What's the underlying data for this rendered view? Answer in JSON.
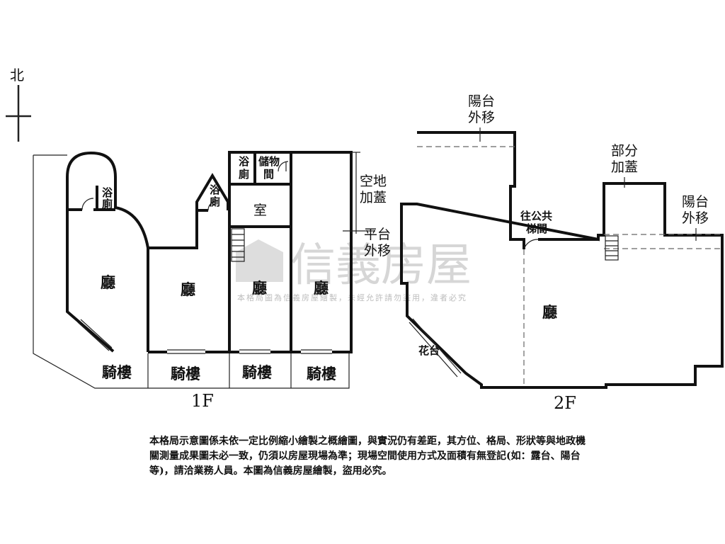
{
  "compass": {
    "north": "北"
  },
  "floor1": {
    "label": "1F",
    "rooms": {
      "hall_1": "廳",
      "hall_2": "廳",
      "hall_3": "廳",
      "hall_4": "廳",
      "room": "室"
    },
    "bathrooms": {
      "bath_1_a": "浴",
      "bath_1_b": "廁",
      "bath_2_a": "浴",
      "bath_2_b": "廁",
      "bath_3_a": "浴",
      "bath_3_b": "廁"
    },
    "storage": {
      "line1": "儲物",
      "line2": "間"
    },
    "arcades": [
      "騎樓",
      "騎樓",
      "騎樓",
      "騎樓"
    ],
    "notes": {
      "vacant_line1": "空地",
      "vacant_line2": "加蓋",
      "platform_line1": "平台",
      "platform_line2": "外移"
    }
  },
  "floor2": {
    "label": "2F",
    "rooms": {
      "hall": "廳"
    },
    "balcony_top": {
      "line1": "陽台",
      "line2": "外移"
    },
    "partial": {
      "line1": "部分",
      "line2": "加蓋"
    },
    "balcony_right": {
      "line1": "陽台",
      "line2": "外移"
    },
    "stair": {
      "line1": "往公共",
      "line2": "梯間"
    },
    "planter": "花台"
  },
  "watermark": {
    "brand": "信義房屋",
    "notice": "本格局圖為信義房屋繪製，未經允許請勿盜用，違者必究"
  },
  "disclaimer": "本格局示意圖係未依一定比例縮小繪製之概繪圖，與實況仍有差距，其方位、格局、形狀等與地政機關測量成果圖未必一致，仍須以房屋現場為準；現場空間使用方式及面積有無登記(如：露台、陽台等)，請洽業務人員。本圖為信義房屋繪製，盜用必究。"
}
